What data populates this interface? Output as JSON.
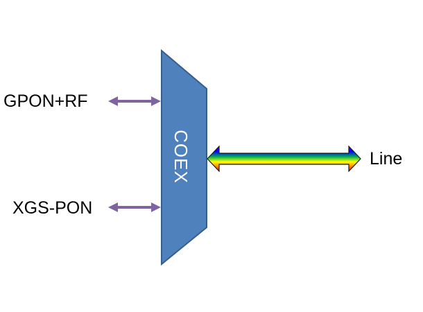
{
  "diagram": {
    "block_label": "COEX",
    "inputs": [
      {
        "label": "GPON+RF"
      },
      {
        "label": "XGS-PON"
      }
    ],
    "output": {
      "label": "Line"
    }
  },
  "colors": {
    "block_fill": "#4f81bd",
    "block_stroke": "#385d8a",
    "input_arrow": "#8064a2",
    "rainbow": [
      "#7a00c8",
      "#0000ff",
      "#00b050",
      "#ffff00",
      "#ff8c00",
      "#ff0000"
    ]
  },
  "icons": {
    "input_connector": "double-headed-arrow",
    "line_connector": "rainbow-double-headed-arrow"
  }
}
